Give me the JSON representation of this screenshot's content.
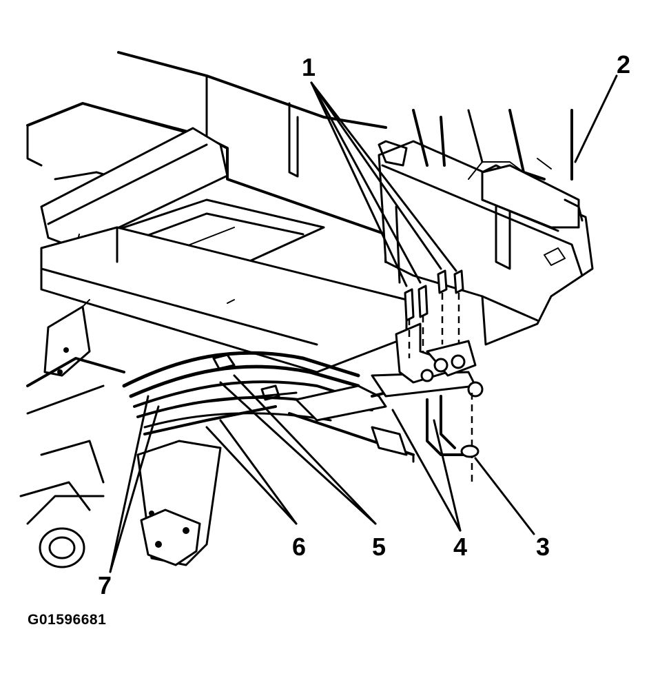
{
  "diagram": {
    "callouts": [
      {
        "id": "1",
        "label": "1"
      },
      {
        "id": "2",
        "label": "2"
      },
      {
        "id": "3",
        "label": "3"
      },
      {
        "id": "4",
        "label": "4"
      },
      {
        "id": "5",
        "label": "5"
      },
      {
        "id": "6",
        "label": "6"
      },
      {
        "id": "7",
        "label": "7"
      }
    ],
    "figure_id": "G01596681",
    "colors": {
      "ink": "#000000",
      "paper": "#ffffff"
    }
  }
}
